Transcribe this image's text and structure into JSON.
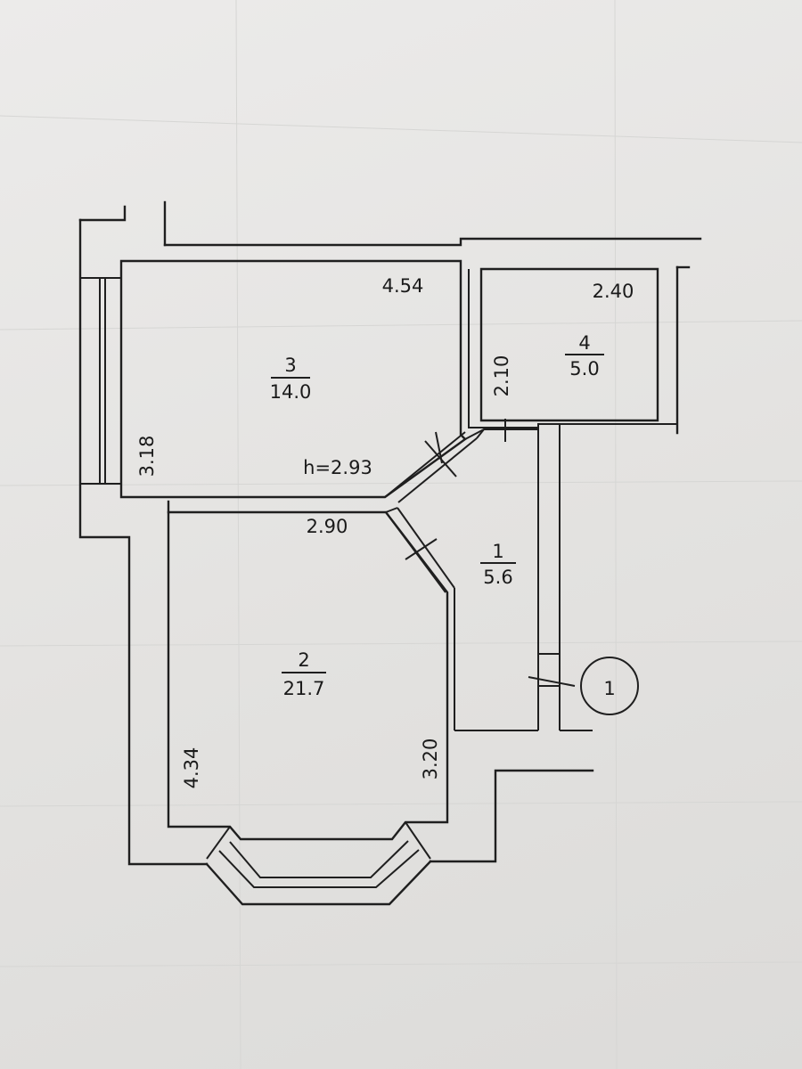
{
  "dimensions": {
    "room3_width": "4.54",
    "room3_depth": "3.18",
    "ceiling_height": "h=2.93",
    "room2_width": "2.90",
    "room2_left_depth": "4.34",
    "room2_right_depth": "3.20",
    "room4_width": "2.40",
    "room4_depth": "2.10"
  },
  "rooms": [
    {
      "number": "3",
      "area": "14.0"
    },
    {
      "number": "2",
      "area": "21.7"
    },
    {
      "number": "1",
      "area": "5.6"
    },
    {
      "number": "4",
      "area": "5.0"
    }
  ],
  "entrance": {
    "marker": "1"
  },
  "colors": {
    "paper": "#e6e5e3",
    "ink": "#1f1f1f"
  }
}
